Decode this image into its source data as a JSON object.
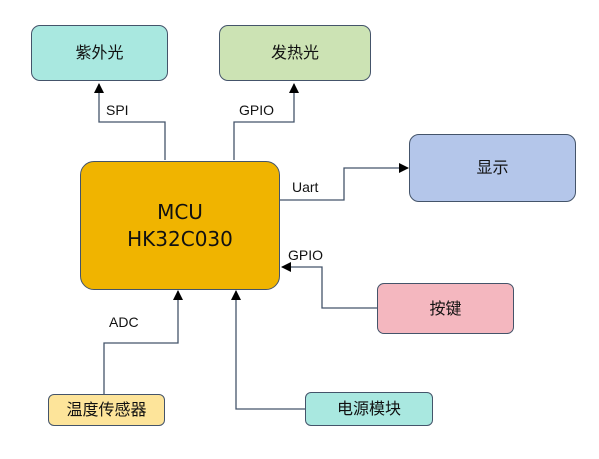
{
  "nodes": {
    "mcu": {
      "line1": "MCU",
      "line2": "HK32C030",
      "color": "#f0b400"
    },
    "uv": {
      "label": "紫外光",
      "color": "#a9e8e0"
    },
    "heat": {
      "label": "发热光",
      "color": "#cce3b4"
    },
    "display": {
      "label": "显示",
      "color": "#b4c6ea"
    },
    "key": {
      "label": "按键",
      "color": "#f4b7bf"
    },
    "temp": {
      "label": "温度传感器",
      "color": "#fde49a"
    },
    "power": {
      "label": "电源模块",
      "color": "#a9e8e0"
    }
  },
  "edges": {
    "spi": "SPI",
    "gpio_heat": "GPIO",
    "uart": "Uart",
    "gpio_key": "GPIO",
    "adc": "ADC"
  },
  "colors": {
    "line": "#44546a",
    "arrow": "#000000"
  }
}
